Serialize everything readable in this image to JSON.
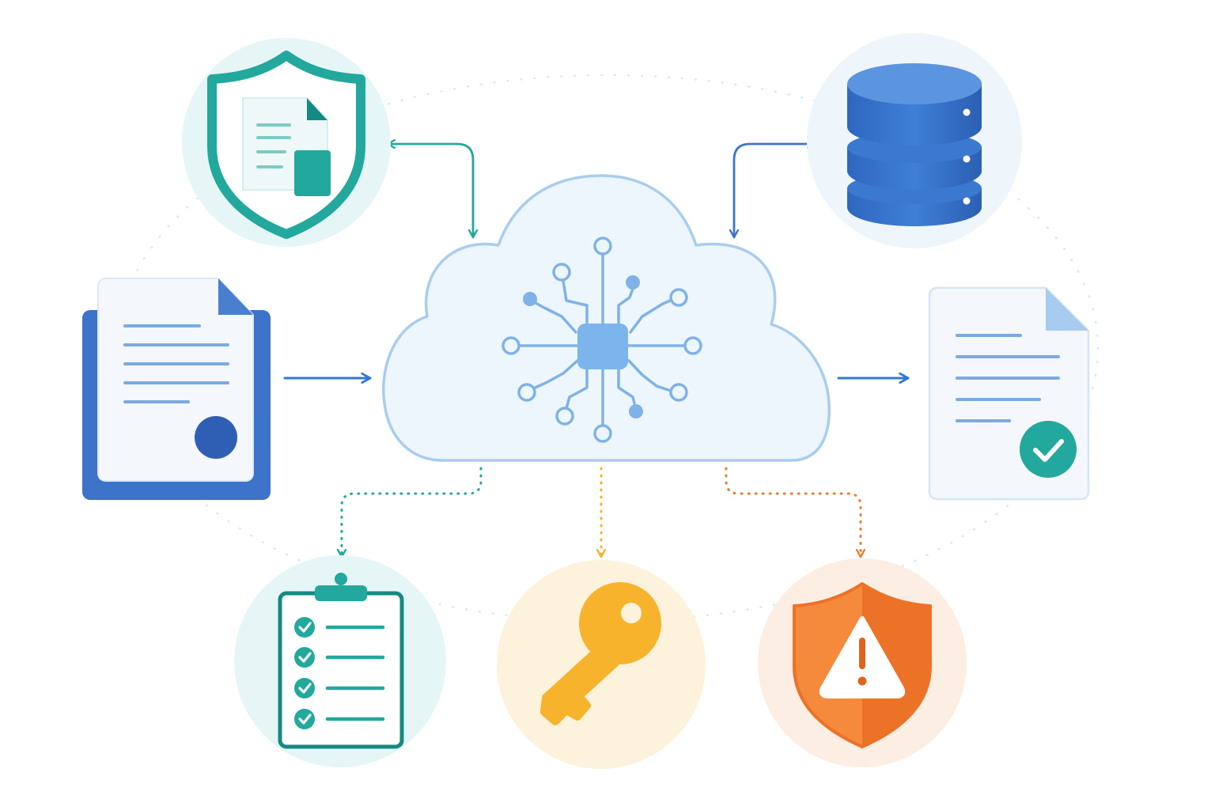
{
  "colors": {
    "background": "#ffffff",
    "cloud_fill": "#eef6fd",
    "cloud_stroke": "#a9cdee",
    "circuit": "#7fb2e6",
    "chip": "#7cb5ec",
    "teal": "#22a89c",
    "teal_dark": "#138a82",
    "teal_bg": "#e6f6f6",
    "blue": "#3d74c9",
    "blue_dark": "#2a5aa8",
    "blue_light": "#7aaae0",
    "blue_bg": "#eaf3fb",
    "yellow": "#f7b32b",
    "yellow_bg": "#fdf2dc",
    "orange": "#f07a2e",
    "orange_dark": "#e0631d",
    "orange_bg": "#fdeee4",
    "doc_fill": "#f4f8fd",
    "doc_stroke": "#d6e5f5",
    "dots": "#d8e8f5"
  },
  "nodes": [
    {
      "id": "cloud",
      "icon": "cloud-ai-circuit-icon"
    },
    {
      "id": "shield-document",
      "icon": "shield-document-icon"
    },
    {
      "id": "database",
      "icon": "database-icon"
    },
    {
      "id": "input-document",
      "icon": "certificate-document-icon"
    },
    {
      "id": "verified-document",
      "icon": "verified-document-icon"
    },
    {
      "id": "checklist",
      "icon": "checklist-clipboard-icon"
    },
    {
      "id": "key",
      "icon": "key-icon"
    },
    {
      "id": "warning-shield",
      "icon": "warning-shield-icon"
    }
  ],
  "connections": [
    {
      "from": "shield-document",
      "to": "cloud",
      "style": "solid",
      "direction": "both",
      "color": "teal"
    },
    {
      "from": "database",
      "to": "cloud",
      "style": "solid",
      "direction": "both",
      "color": "blue"
    },
    {
      "from": "input-document",
      "to": "cloud",
      "style": "solid",
      "direction": "forward",
      "color": "blue"
    },
    {
      "from": "cloud",
      "to": "verified-document",
      "style": "solid",
      "direction": "forward",
      "color": "blue"
    },
    {
      "from": "cloud",
      "to": "checklist",
      "style": "dotted",
      "direction": "forward",
      "color": "teal"
    },
    {
      "from": "cloud",
      "to": "key",
      "style": "dotted",
      "direction": "forward",
      "color": "yellow"
    },
    {
      "from": "cloud",
      "to": "warning-shield",
      "style": "dotted",
      "direction": "forward",
      "color": "orange"
    }
  ]
}
